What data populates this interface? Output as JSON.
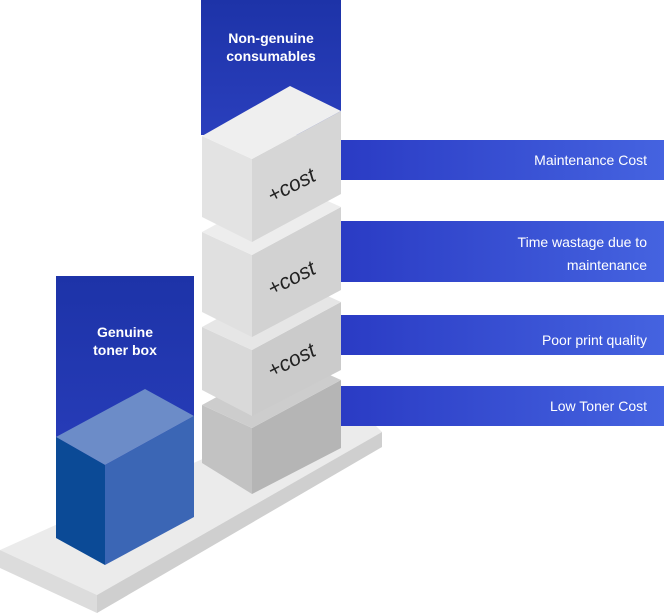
{
  "left_column": {
    "title_line1": "Genuine",
    "title_line2": "toner box",
    "color": "#1d33a8",
    "box_front_color": "#0b4a96",
    "box_side_color": "#3b66b5",
    "box_top_color": "#6c8cc8"
  },
  "right_column": {
    "title_line1": "Non-genuine",
    "title_line2": "consumables",
    "color": "#1d33a8",
    "cost_label": "+cost"
  },
  "bands": [
    {
      "lines": [
        "Maintenance Cost"
      ]
    },
    {
      "lines": [
        "Time wastage due to",
        "maintenance"
      ]
    },
    {
      "lines": [
        "Poor print quality"
      ]
    },
    {
      "lines": [
        "Low Toner Cost"
      ]
    }
  ],
  "colors": {
    "band_start": "#2a3bc4",
    "band_end": "#3f60de",
    "platform_top": "#ebebeb",
    "platform_front": "#d4d4d4",
    "box_light_front": "#e3e3e3",
    "box_light_side": "#d3d3d3",
    "box_light_top": "#f0f0f0",
    "box_dark_front": "#c2c2c2",
    "box_dark_side": "#b5b5b5",
    "box_dark_top": "#cdcdcd"
  }
}
